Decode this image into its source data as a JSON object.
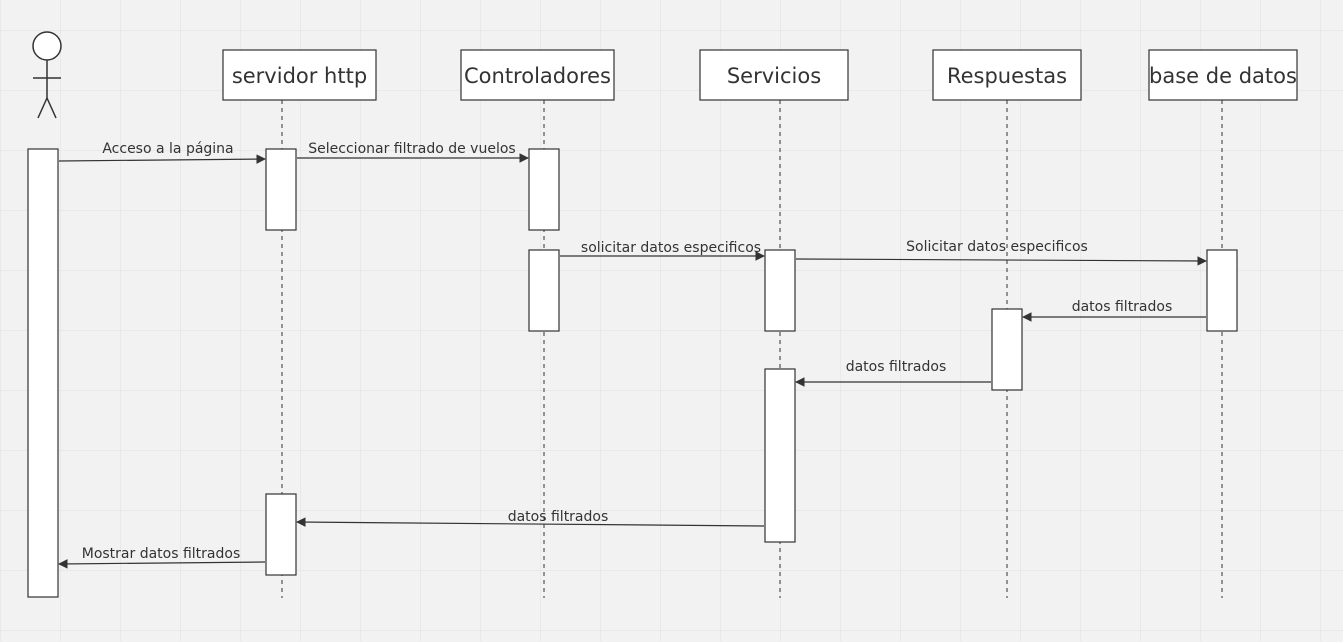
{
  "colors": {
    "background": "#f2f2f2",
    "grid": "#e0e0e0",
    "stroke": "#333333",
    "box_fill": "#ffffff",
    "text": "#333333"
  },
  "actor": {
    "icon": "stick-figure-icon"
  },
  "lifelines": [
    {
      "id": "servidor",
      "label": "servidor http"
    },
    {
      "id": "controladores",
      "label": "Controladores"
    },
    {
      "id": "servicios",
      "label": "Servicios"
    },
    {
      "id": "respuestas",
      "label": "Respuestas"
    },
    {
      "id": "bd",
      "label": "base de datos"
    }
  ],
  "messages": [
    {
      "from": "actor",
      "to": "servidor",
      "label": "Acceso a la página"
    },
    {
      "from": "servidor",
      "to": "controladores",
      "label": "Seleccionar filtrado de vuelos"
    },
    {
      "from": "controladores",
      "to": "servicios",
      "label": "solicitar datos especificos"
    },
    {
      "from": "servicios",
      "to": "bd",
      "label": "Solicitar datos especificos"
    },
    {
      "from": "bd",
      "to": "respuestas",
      "label": "datos filtrados"
    },
    {
      "from": "respuestas",
      "to": "servicios",
      "label": "datos filtrados"
    },
    {
      "from": "servicios",
      "to": "servidor",
      "label": "datos filtrados"
    },
    {
      "from": "servidor",
      "to": "actor",
      "label": "Mostrar datos filtrados"
    }
  ]
}
